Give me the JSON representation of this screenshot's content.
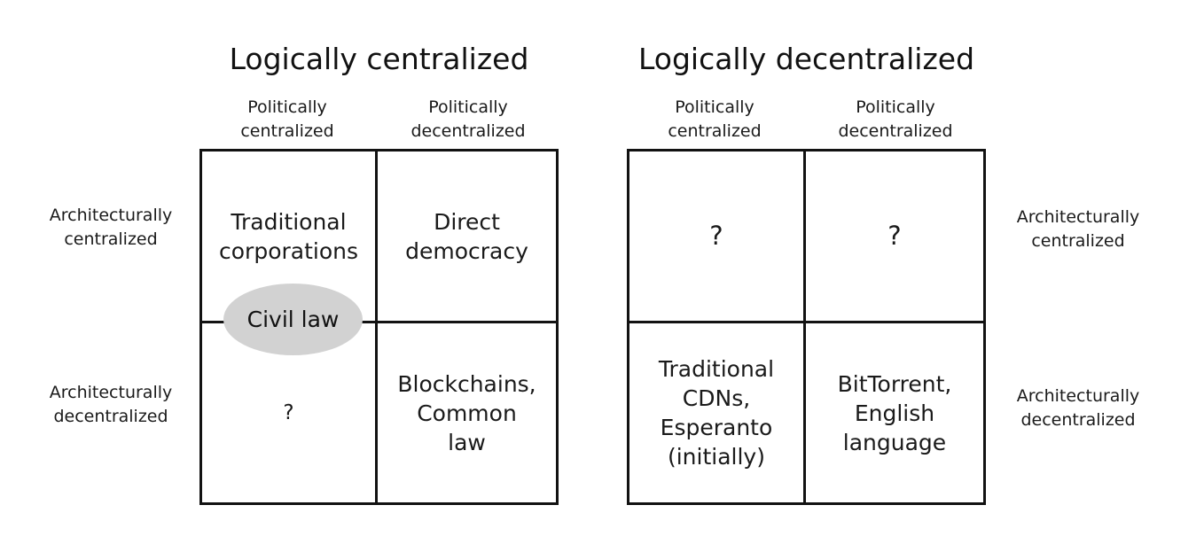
{
  "figure": {
    "background_color": "#ffffff",
    "line_color": "#121212",
    "highlight_color": "#d2d2d2"
  },
  "matrices": [
    {
      "id": "logically-centralized",
      "title": "Logically centralized",
      "column_headers": [
        "Politically\ncentralized",
        "Politically\ndecentralized"
      ],
      "row_labels": [
        "Architecturally\ncentralized",
        "Architecturally\ndecentralized"
      ],
      "row_label_side": "left",
      "cells": [
        {
          "row": 0,
          "col": 0,
          "text": "Traditional\ncorporations"
        },
        {
          "row": 0,
          "col": 1,
          "text": "Direct\ndemocracy"
        },
        {
          "row": 1,
          "col": 0,
          "text": "?"
        },
        {
          "row": 1,
          "col": 1,
          "text": "Blockchains,\nCommon\nlaw"
        }
      ],
      "annotation": {
        "label": "Civil law",
        "shape": "ellipse",
        "fill": "#d2d2d2"
      }
    },
    {
      "id": "logically-decentralized",
      "title": "Logically decentralized",
      "column_headers": [
        "Politically\ncentralized",
        "Politically\ndecentralized"
      ],
      "row_labels": [
        "Architecturally\ncentralized",
        "Architecturally\ndecentralized"
      ],
      "row_label_side": "right",
      "cells": [
        {
          "row": 0,
          "col": 0,
          "text": "?"
        },
        {
          "row": 0,
          "col": 1,
          "text": "?"
        },
        {
          "row": 1,
          "col": 0,
          "text": "Traditional\nCDNs,\nEsperanto\n(initially)"
        },
        {
          "row": 1,
          "col": 1,
          "text": "BitTorrent,\nEnglish\nlanguage"
        }
      ],
      "annotation": null
    }
  ]
}
